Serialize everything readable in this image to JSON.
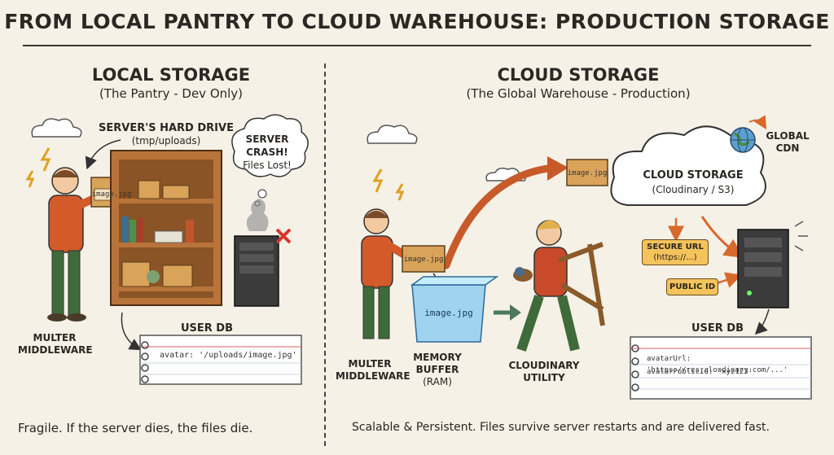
{
  "title": "FROM LOCAL PANTRY TO CLOUD WAREHOUSE: PRODUCTION STORAGE",
  "local": {
    "heading": "LOCAL STORAGE",
    "subheading": "(The Pantry - Dev Only)",
    "hard_drive_label": "SERVER'S HARD DRIVE",
    "hard_drive_path": "(tmp/uploads)",
    "crash_line1": "SERVER",
    "crash_line2": "CRASH!",
    "crash_line3": "Files Lost!",
    "box_label": "image.jpg",
    "multer_line1": "MULTER",
    "multer_line2": "MIDDLEWARE",
    "db_label": "USER DB",
    "db_entry": "avatar: '/uploads/image.jpg'",
    "footer": "Fragile. If the server dies, the files die."
  },
  "cloud": {
    "heading": "CLOUD STORAGE",
    "subheading": "(The Global Warehouse - Production)",
    "storage_label": "CLOUD STORAGE",
    "storage_sub": "(Cloudinary / S3)",
    "cdn_line1": "GLOBAL",
    "cdn_line2": "CDN",
    "box_label": "image.jpg",
    "flying_box_label": "image.jpg",
    "buffer_label": "image.jpg",
    "secure_url_line1": "SECURE URL",
    "secure_url_line2": "(https://...)",
    "public_id": "PUBLIC ID",
    "multer_line1": "MULTER",
    "multer_line2": "MIDDLEWARE",
    "memory_line1": "MEMORY",
    "memory_line2": "BUFFER",
    "memory_line3": "(RAM)",
    "utility_line1": "CLOUDINARY",
    "utility_line2": "UTILITY",
    "db_label": "USER DB",
    "db_entry1": "avatarUrl: 'https://res.cloudinary.com/...'",
    "db_entry2": "avatarPublicId: 'xyz123'",
    "footer": "Scalable & Persistent. Files survive server restarts and are delivered fast."
  }
}
